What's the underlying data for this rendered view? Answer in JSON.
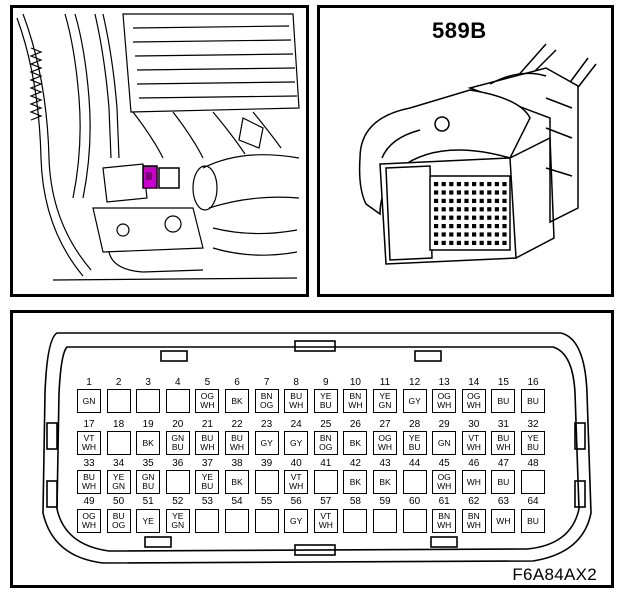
{
  "connector_id": "589B",
  "figure_code": "F6A84AX2",
  "colors": {
    "highlight": "#cc00cc",
    "line": "#000000"
  },
  "rows": [
    [
      {
        "n": "1",
        "c": [
          "GN"
        ]
      },
      {
        "n": "2",
        "c": []
      },
      {
        "n": "3",
        "c": []
      },
      {
        "n": "4",
        "c": []
      },
      {
        "n": "5",
        "c": [
          "OG",
          "WH"
        ]
      },
      {
        "n": "6",
        "c": [
          "BK"
        ]
      },
      {
        "n": "7",
        "c": [
          "BN",
          "OG"
        ]
      },
      {
        "n": "8",
        "c": [
          "BU",
          "WH"
        ]
      },
      {
        "n": "9",
        "c": [
          "YE",
          "BU"
        ]
      },
      {
        "n": "10",
        "c": [
          "BN",
          "WH"
        ]
      },
      {
        "n": "11",
        "c": [
          "YE",
          "GN"
        ]
      },
      {
        "n": "12",
        "c": [
          "GY"
        ]
      },
      {
        "n": "13",
        "c": [
          "OG",
          "WH"
        ]
      },
      {
        "n": "14",
        "c": [
          "OG",
          "WH"
        ]
      },
      {
        "n": "15",
        "c": [
          "BU"
        ]
      },
      {
        "n": "16",
        "c": [
          "BU"
        ]
      }
    ],
    [
      {
        "n": "17",
        "c": [
          "VT",
          "WH"
        ]
      },
      {
        "n": "18",
        "c": []
      },
      {
        "n": "19",
        "c": [
          "BK"
        ]
      },
      {
        "n": "20",
        "c": [
          "GN",
          "BU"
        ]
      },
      {
        "n": "21",
        "c": [
          "BU",
          "WH"
        ]
      },
      {
        "n": "22",
        "c": [
          "BU",
          "WH"
        ]
      },
      {
        "n": "23",
        "c": [
          "GY"
        ]
      },
      {
        "n": "24",
        "c": [
          "GY"
        ]
      },
      {
        "n": "25",
        "c": [
          "BN",
          "OG"
        ]
      },
      {
        "n": "26",
        "c": [
          "BK"
        ]
      },
      {
        "n": "27",
        "c": [
          "OG",
          "WH"
        ]
      },
      {
        "n": "28",
        "c": [
          "YE",
          "BU"
        ]
      },
      {
        "n": "29",
        "c": [
          "GN"
        ]
      },
      {
        "n": "30",
        "c": [
          "VT",
          "WH"
        ]
      },
      {
        "n": "31",
        "c": [
          "BU",
          "WH"
        ]
      },
      {
        "n": "32",
        "c": [
          "YE",
          "BU"
        ]
      }
    ],
    [
      {
        "n": "33",
        "c": [
          "BU",
          "WH"
        ]
      },
      {
        "n": "34",
        "c": [
          "YE",
          "GN"
        ]
      },
      {
        "n": "35",
        "c": [
          "GN",
          "BU"
        ]
      },
      {
        "n": "36",
        "c": []
      },
      {
        "n": "37",
        "c": [
          "YE",
          "BU"
        ]
      },
      {
        "n": "38",
        "c": [
          "BK"
        ]
      },
      {
        "n": "39",
        "c": []
      },
      {
        "n": "40",
        "c": [
          "VT",
          "WH"
        ]
      },
      {
        "n": "41",
        "c": []
      },
      {
        "n": "42",
        "c": [
          "BK"
        ]
      },
      {
        "n": "43",
        "c": [
          "BK"
        ]
      },
      {
        "n": "44",
        "c": []
      },
      {
        "n": "45",
        "c": [
          "OG",
          "WH"
        ]
      },
      {
        "n": "46",
        "c": [
          "WH"
        ]
      },
      {
        "n": "47",
        "c": [
          "BU"
        ]
      },
      {
        "n": "48",
        "c": []
      }
    ],
    [
      {
        "n": "49",
        "c": [
          "OG",
          "WH"
        ]
      },
      {
        "n": "50",
        "c": [
          "BU",
          "OG"
        ]
      },
      {
        "n": "51",
        "c": [
          "YE"
        ]
      },
      {
        "n": "52",
        "c": [
          "YE",
          "GN"
        ]
      },
      {
        "n": "53",
        "c": []
      },
      {
        "n": "54",
        "c": []
      },
      {
        "n": "55",
        "c": []
      },
      {
        "n": "56",
        "c": [
          "GY"
        ]
      },
      {
        "n": "57",
        "c": [
          "VT",
          "WH"
        ]
      },
      {
        "n": "58",
        "c": []
      },
      {
        "n": "59",
        "c": []
      },
      {
        "n": "60",
        "c": []
      },
      {
        "n": "61",
        "c": [
          "BN",
          "WH"
        ]
      },
      {
        "n": "62",
        "c": [
          "BN",
          "WH"
        ]
      },
      {
        "n": "63",
        "c": [
          "WH"
        ]
      },
      {
        "n": "64",
        "c": [
          "BU"
        ]
      }
    ]
  ]
}
